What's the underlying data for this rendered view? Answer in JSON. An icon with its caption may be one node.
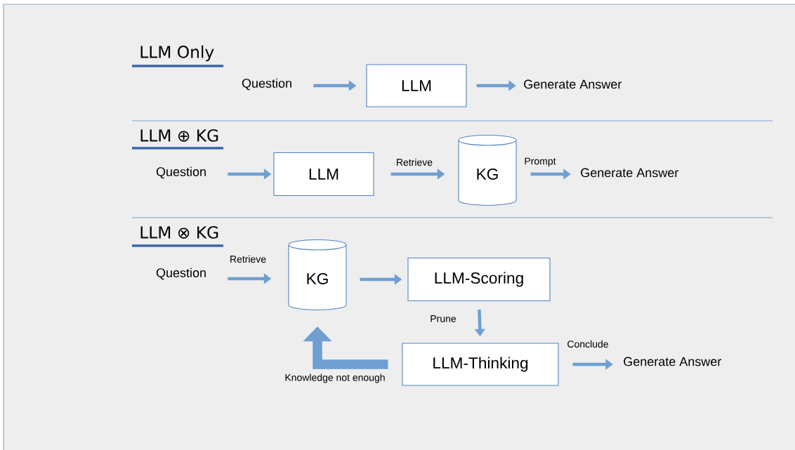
{
  "diagram": {
    "nodes": [
      {
        "text": [
          "Question"
        ]
      },
      {
        "text": [
          "LLM"
        ]
      },
      {
        "text": [
          "Generate Answer"
        ]
      },
      {
        "text": [
          "Question"
        ]
      },
      {
        "text": [
          "LLM"
        ]
      },
      {
        "text": [
          "KG"
        ]
      },
      {
        "text": [
          "Generate Answer"
        ]
      },
      {
        "text": [
          "Question"
        ]
      },
      {
        "text": [
          "KG"
        ]
      },
      {
        "text": [
          "LLM-Scoring"
        ]
      },
      {
        "text": [
          "LLM-Thinking"
        ]
      },
      {
        "text": [
          "Generate Answer"
        ]
      }
    ],
    "edges": [
      {
        "from": 0,
        "to": 1,
        "arrow": "to"
      },
      {
        "from": 1,
        "to": 2,
        "arrow": "to"
      },
      {
        "from": 3,
        "to": 4,
        "arrow": "to"
      },
      {
        "from": 4,
        "to": 5,
        "arrow": "to",
        "label": "Retrieve"
      },
      {
        "from": 5,
        "to": 6,
        "arrow": "to",
        "label": "Prompt"
      },
      {
        "from": 7,
        "to": 8,
        "arrow": "to",
        "label": "Retrieve"
      },
      {
        "from": 8,
        "to": 9,
        "arrow": "to"
      },
      {
        "from": 9,
        "to": 10,
        "arrow": "to",
        "label": "Prune"
      },
      {
        "from": 10,
        "to": 8,
        "arrow": "to",
        "label": "Knowledge not enough",
        "style": "thick"
      },
      {
        "from": 10,
        "to": 11,
        "arrow": "to",
        "label": "Conclude"
      }
    ],
    "labels": [
      "LLM Only",
      "LLM ⊕ KG",
      "LLM ⊗ KG"
    ]
  }
}
